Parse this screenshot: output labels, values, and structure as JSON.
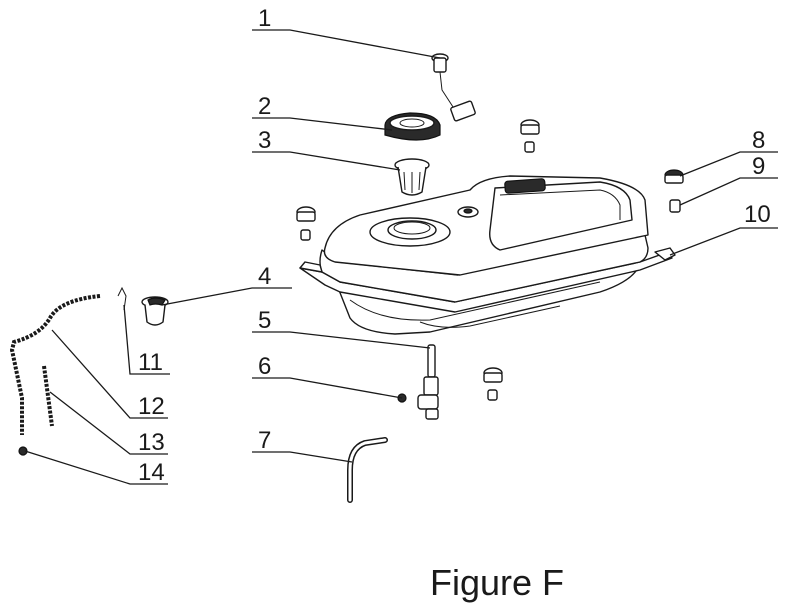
{
  "figure": {
    "caption": "Figure F"
  },
  "callouts": [
    {
      "id": 1,
      "label": "1"
    },
    {
      "id": 2,
      "label": "2"
    },
    {
      "id": 3,
      "label": "3"
    },
    {
      "id": 4,
      "label": "4"
    },
    {
      "id": 5,
      "label": "5"
    },
    {
      "id": 6,
      "label": "6"
    },
    {
      "id": 7,
      "label": "7"
    },
    {
      "id": 8,
      "label": "8"
    },
    {
      "id": 9,
      "label": "9"
    },
    {
      "id": 10,
      "label": "10"
    },
    {
      "id": 11,
      "label": "11"
    },
    {
      "id": 12,
      "label": "12"
    },
    {
      "id": 13,
      "label": "13"
    },
    {
      "id": 14,
      "label": "14"
    }
  ]
}
